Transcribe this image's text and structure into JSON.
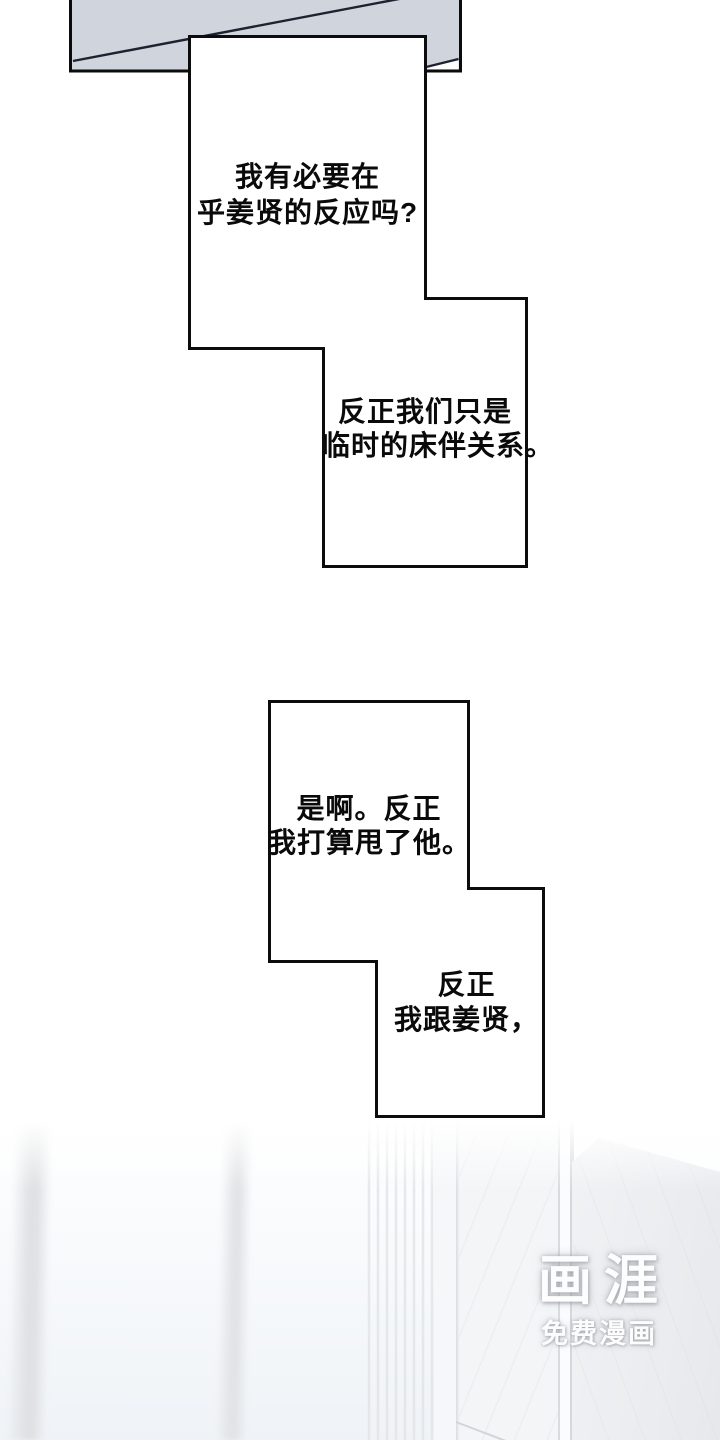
{
  "comic": {
    "bubbles": [
      {
        "lines": [
          "我有必要在",
          "乎姜贤的反应吗?"
        ]
      },
      {
        "lines": [
          "反正我们只是",
          "临时的床伴关系。"
        ]
      },
      {
        "lines": [
          "是啊。反正",
          "我打算甩了他。"
        ]
      },
      {
        "lines": [
          "反正",
          "我跟姜贤，"
        ]
      }
    ],
    "watermark": {
      "logo": "画涯",
      "subtitle": "免费漫画"
    },
    "colors": {
      "bubble_fill": "#ffffff",
      "bubble_border": "#0c0c0c",
      "text": "#0a0a0a",
      "top_panel_fill": "#d0d4dc",
      "blanket_line": "#1c2230",
      "scene_stripe": "#e2e3e6",
      "scene_bg_bottom": "#eff3f7"
    }
  }
}
